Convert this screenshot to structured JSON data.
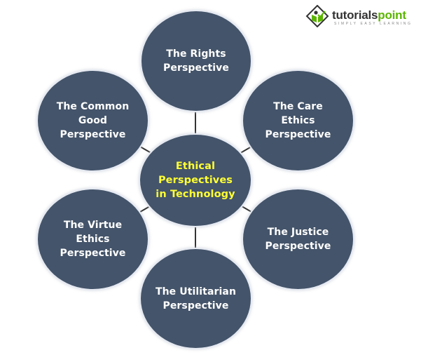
{
  "logo": {
    "icon": "book-diamond-icon",
    "word_part1": "tutorials",
    "word_part2": "point",
    "tagline": "SIMPLY EASY LEARNING",
    "brand_green": "#5bb500"
  },
  "diagram": {
    "type": "hub-and-spoke",
    "colors": {
      "node_fill": "#44546a",
      "node_text": "#ffffff",
      "center_text": "#ffff33",
      "connector": "#333333"
    },
    "center": {
      "label": "Ethical\nPerspectives\nin Technology"
    },
    "nodes": [
      {
        "id": "rights",
        "label": "The Rights\nPerspective"
      },
      {
        "id": "care-ethics",
        "label": "The Care\nEthics\nPerspective"
      },
      {
        "id": "justice",
        "label": "The Justice\nPerspective"
      },
      {
        "id": "utilitarian",
        "label": "The Utilitarian\nPerspective"
      },
      {
        "id": "virtue-ethics",
        "label": "The Virtue\nEthics\nPerspective"
      },
      {
        "id": "common-good",
        "label": "The Common\nGood\nPerspective"
      }
    ]
  }
}
